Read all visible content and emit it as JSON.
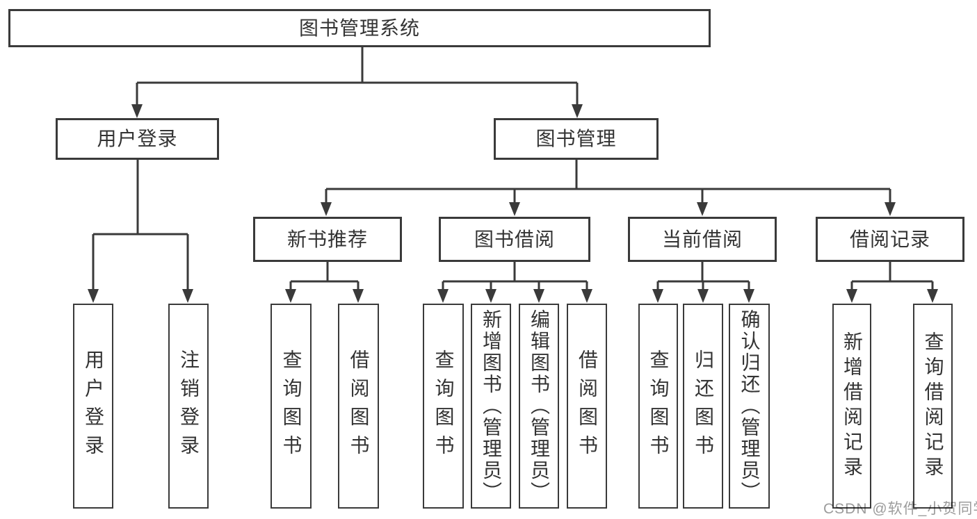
{
  "colors": {
    "line": "#3a3a3a",
    "text": "#333333",
    "background": "#ffffff",
    "watermark": "#9c9c9c"
  },
  "watermark": {
    "text": "CSDN @软件_小贺同学"
  },
  "diagram": {
    "type": "hierarchy-tree",
    "root": {
      "label": "图书管理系统"
    },
    "level2": [
      {
        "label": "用户登录"
      },
      {
        "label": "图书管理"
      }
    ],
    "level3": [
      {
        "label": "新书推荐"
      },
      {
        "label": "图书借阅"
      },
      {
        "label": "当前借阅"
      },
      {
        "label": "借阅记录"
      }
    ],
    "leaves": {
      "user_login": [
        "用户登录",
        "注销登录"
      ],
      "new_book_recommend": [
        "查询图书",
        "借阅图书"
      ],
      "book_borrow": [
        "查询图书",
        "新增图书（管理员）",
        "编辑图书（管理员）",
        "借阅图书"
      ],
      "current_borrow": [
        "查询图书",
        "归还图书",
        "确认归还（管理员）"
      ],
      "borrow_records": [
        "新增借阅记录",
        "查询借阅记录"
      ]
    }
  }
}
